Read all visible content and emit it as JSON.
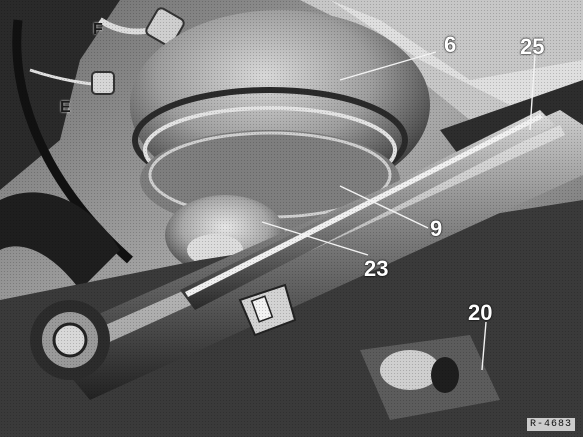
{
  "callouts": {
    "label_6": "6",
    "label_25": "25",
    "label_9": "9",
    "label_23": "23",
    "label_20": "20",
    "label_F": "F",
    "label_E": "E"
  },
  "figure_number": "R-4683",
  "colors": {
    "background": "#9a9a9a",
    "dark": "#1b1b1b",
    "metal": "#b9b9b9",
    "highlight": "#e4e4e4",
    "callout_text": "#ffffff",
    "leader_line": "#f2f2f2"
  }
}
